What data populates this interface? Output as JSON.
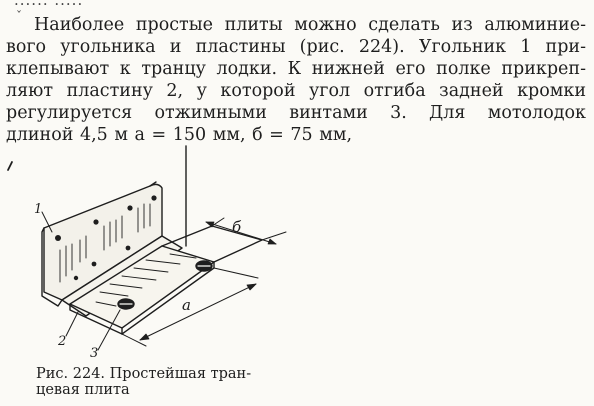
{
  "header": {
    "top_fragment": "...... .....",
    "top_mark": "ˇ"
  },
  "paragraph": {
    "lines": [
      "Наиболее простые плиты можно сделать из алюминие-",
      "вого угольника и пластины (рис. 224). Угольник 1 при-",
      "клепывают к транцу лодки. К нижней его полке прикреп-",
      "ляют пластину 2, у которой угол отгиба задней кромки",
      "регулируется отжимными винтами 3. Для мотолодок",
      "длиной 4,5 м a = 150 мм, б = 75 мм,"
    ]
  },
  "figure": {
    "labels": {
      "part_1": "1",
      "part_2": "2",
      "part_3": "3",
      "dim_a": "a",
      "dim_b": "б"
    },
    "caption_line1": "Рис. 224. Простейшая тран-",
    "caption_line2": "цевая плита",
    "side_mark": "ʼ"
  },
  "colors": {
    "ink": "#1e1e1e",
    "paper": "#fbfaf6"
  }
}
